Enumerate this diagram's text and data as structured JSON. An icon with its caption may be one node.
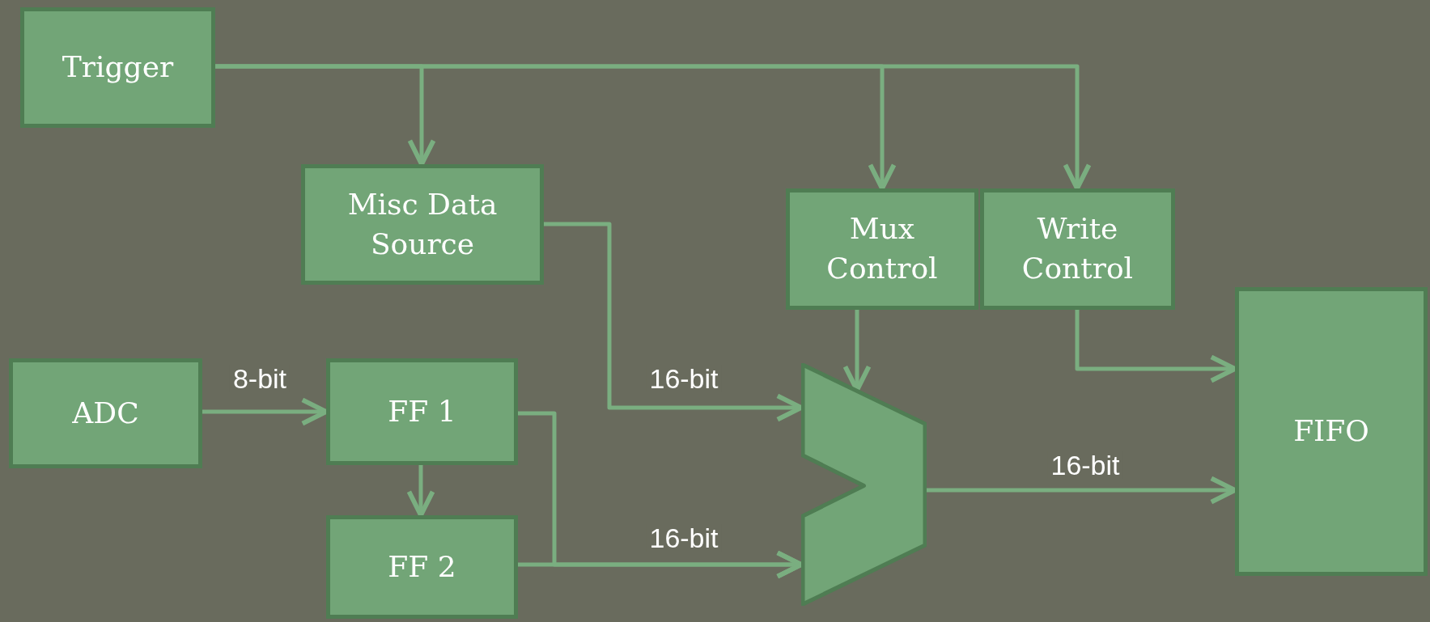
{
  "diagram": {
    "nodes": [
      {
        "text": [
          "Trigger"
        ]
      },
      {
        "text": [
          "Misc Data Source"
        ]
      },
      {
        "text": [
          "Mux Control"
        ]
      },
      {
        "text": [
          "Write Control"
        ]
      },
      {
        "text": [
          "FIFO"
        ]
      },
      {
        "text": [
          "ADC"
        ]
      },
      {
        "text": [
          "FF 1"
        ]
      },
      {
        "text": [
          "FF 2"
        ]
      },
      {
        "text": [],
        "shape": "trapezoid"
      }
    ],
    "edges": [
      {
        "from": 0,
        "to": 1,
        "arrow": "to"
      },
      {
        "from": 0,
        "to": 2,
        "arrow": "to"
      },
      {
        "from": 0,
        "to": 3,
        "arrow": "to"
      },
      {
        "from": 1,
        "to": 8,
        "arrow": "to",
        "label": "16-bit"
      },
      {
        "from": 5,
        "to": 6,
        "arrow": "to",
        "label": "8-bit"
      },
      {
        "from": 6,
        "to": 7,
        "arrow": "to"
      },
      {
        "from": 6,
        "to": 8,
        "arrow": "to"
      },
      {
        "from": 7,
        "to": 8,
        "arrow": "to",
        "label": "16-bit"
      },
      {
        "from": 2,
        "to": 8,
        "arrow": "to"
      },
      {
        "from": 3,
        "to": 4,
        "arrow": "to"
      },
      {
        "from": 8,
        "to": 4,
        "arrow": "to",
        "label": "16-bit"
      }
    ]
  }
}
